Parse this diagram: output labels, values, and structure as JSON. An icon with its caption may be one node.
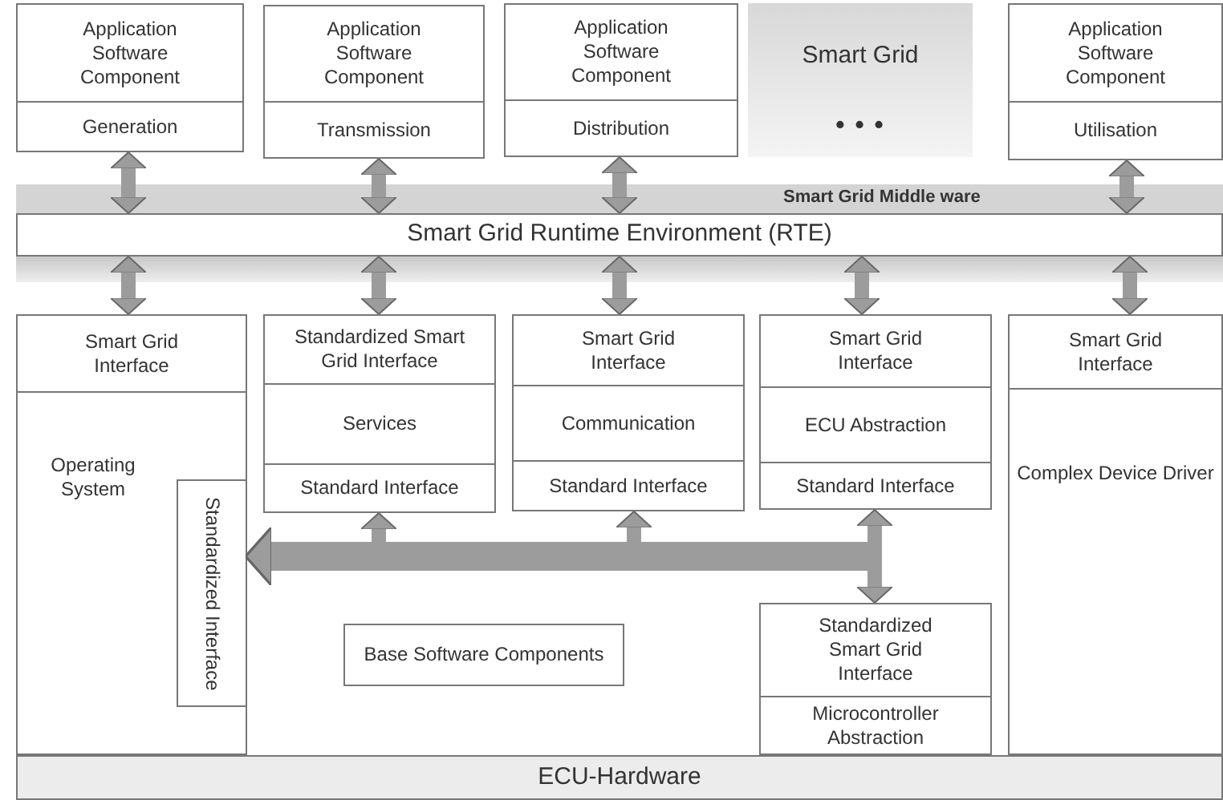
{
  "diagram": {
    "nodes": [
      {
        "text": [
          "Application Software Component",
          "Generation"
        ]
      },
      {
        "text": [
          "Application Software Component",
          "Transmission"
        ]
      },
      {
        "text": [
          "Application Software Component",
          "Distribution"
        ]
      },
      {
        "text": [
          "Smart Grid",
          "• • •"
        ]
      },
      {
        "text": [
          "Application Software Component",
          "Utilisation"
        ]
      },
      {
        "text": [
          "Smart Grid Middle ware"
        ]
      },
      {
        "text": [
          "Smart Grid Runtime Environment (RTE)"
        ]
      },
      {
        "text": [
          "Smart Grid Interface",
          "Operating System"
        ]
      },
      {
        "text": [
          "Standardized Interface"
        ],
        "in": 7
      },
      {
        "text": [
          "Standardized Smart Grid Interface",
          "Services",
          "Standard Interface"
        ]
      },
      {
        "text": [
          "Smart Grid Interface",
          "Communication",
          "Standard Interface"
        ]
      },
      {
        "text": [
          "Smart Grid Interface",
          "ECU Abstraction",
          "Standard Interface"
        ]
      },
      {
        "text": [
          "Smart Grid Interface",
          "Complex Device Driver"
        ]
      },
      {
        "text": [
          "Base Software Components"
        ]
      },
      {
        "text": [
          "Standardized Smart Grid Interface",
          "Microcontroller Abstraction"
        ]
      },
      {
        "text": [
          "ECU-Hardware"
        ]
      },
      {
        "text": [],
        "shape": "bar"
      }
    ],
    "edges": [
      {
        "from": 0,
        "to": 6,
        "arrow": "both"
      },
      {
        "from": 1,
        "to": 6,
        "arrow": "both"
      },
      {
        "from": 2,
        "to": 6,
        "arrow": "both"
      },
      {
        "from": 4,
        "to": 6,
        "arrow": "both"
      },
      {
        "from": 6,
        "to": 7,
        "arrow": "both"
      },
      {
        "from": 6,
        "to": 9,
        "arrow": "both"
      },
      {
        "from": 6,
        "to": 10,
        "arrow": "both"
      },
      {
        "from": 6,
        "to": 11,
        "arrow": "both"
      },
      {
        "from": 6,
        "to": 12,
        "arrow": "both"
      },
      {
        "from": null,
        "to": 8,
        "arrow": "to",
        "style": "thick"
      },
      {
        "from": null,
        "to": 9,
        "arrow": "to"
      },
      {
        "from": null,
        "to": 10,
        "arrow": "to"
      },
      {
        "from": 11,
        "to": 14,
        "arrow": "both"
      }
    ]
  }
}
